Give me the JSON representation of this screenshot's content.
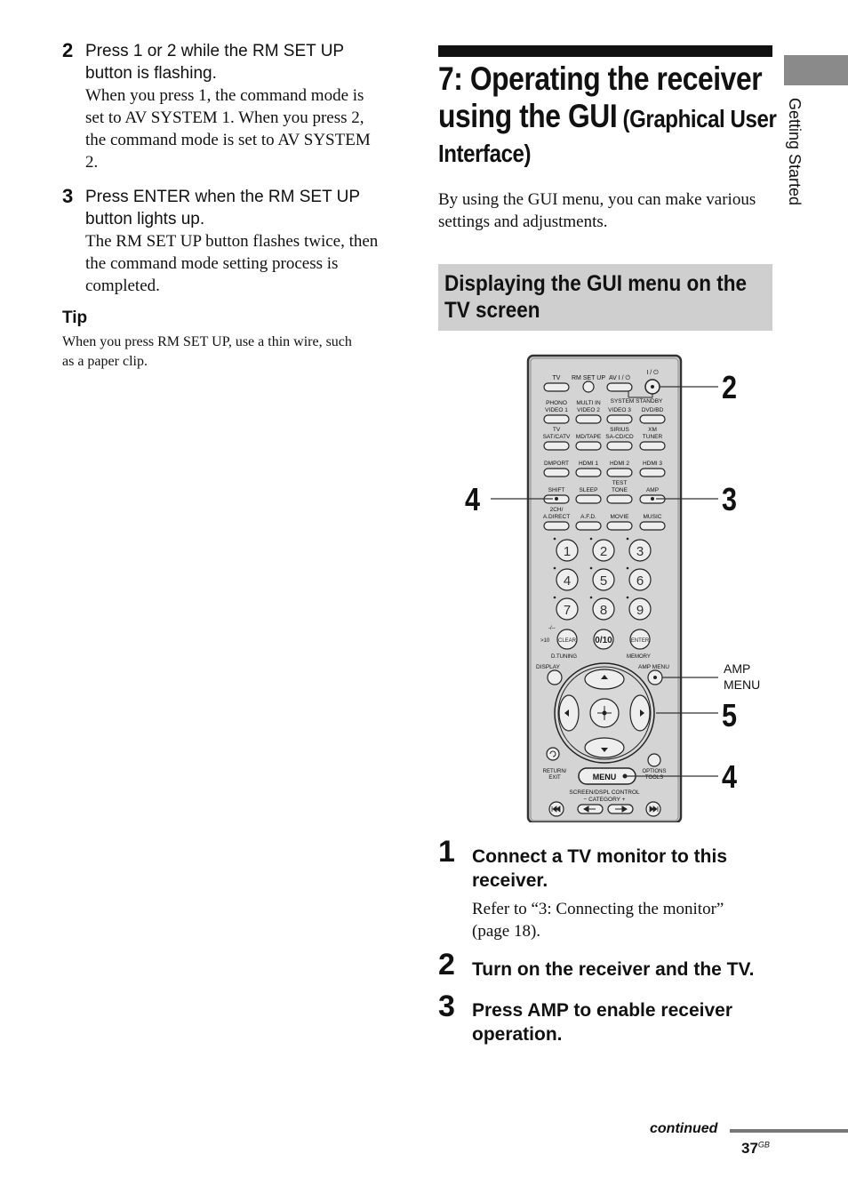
{
  "left": {
    "step2": {
      "num": "2",
      "head_line1": "Press 1 or 2 while the RM SET UP",
      "head_line2": "button is flashing.",
      "body_lines": [
        "When you press 1, the command mode is",
        "set to AV SYSTEM 1. When you press 2,",
        "the command mode is set to AV SYSTEM",
        "2."
      ]
    },
    "step3": {
      "num": "3",
      "head_line1": "Press ENTER when the RM SET UP",
      "head_line2": "button lights up.",
      "body_lines": [
        "The RM SET UP button flashes twice, then",
        "the command mode setting process is",
        "completed."
      ]
    },
    "tip": {
      "title": "Tip",
      "line1": "When you press RM SET UP, use a thin wire, such",
      "line2": "as a paper clip."
    }
  },
  "right": {
    "title_line1": "7: Operating the receiver",
    "title_line2_main": "using the GUI",
    "title_line2_sub": " (Graphical User",
    "title_line3": "Interface)",
    "intro_line1": "By using the GUI menu, you can make various",
    "intro_line2": "settings and adjustments.",
    "section_line1": "Displaying the GUI menu on the",
    "section_line2": "TV screen",
    "steps": [
      {
        "num": "1",
        "head_line1": "Connect a TV monitor to this",
        "head_line2": "receiver.",
        "body_line1": "Refer to “3: Connecting the monitor”",
        "body_line2": "(page 18)."
      },
      {
        "num": "2",
        "head_line1": "Turn on the receiver and the TV."
      },
      {
        "num": "3",
        "head_line1": "Press AMP to enable receiver",
        "head_line2": "operation."
      }
    ]
  },
  "remote": {
    "callouts": [
      "2",
      "3",
      "4",
      "5",
      "4"
    ],
    "amp_menu_line1": "AMP",
    "amp_menu_line2": "MENU",
    "row1": [
      "TV",
      "RM SET UP",
      "AV I / ⏻",
      "I / ⏻"
    ],
    "row2_top": [
      "PHONO",
      "MULTI IN",
      "SYSTEM STANDBY",
      ""
    ],
    "row2": [
      "VIDEO 1",
      "VIDEO 2",
      "VIDEO 3",
      "DVD/BD"
    ],
    "row3_top": [
      "TV",
      "",
      "SIRIUS",
      "XM"
    ],
    "row3": [
      "SAT/CATV",
      "MD/TAPE",
      "SA-CD/CD",
      "TUNER"
    ],
    "row4": [
      "DMPORT",
      "HDMI 1",
      "HDMI 2",
      "HDMI 3"
    ],
    "row5_top": [
      "",
      "",
      "TEST",
      ""
    ],
    "row5": [
      "SHIFT",
      "SLEEP",
      "TONE",
      "AMP"
    ],
    "row6_top": "2CH/",
    "row6": [
      "A.DIRECT",
      "A.F.D.",
      "MOVIE",
      "MUSIC"
    ],
    "digits": [
      "1",
      "2",
      "3",
      "4",
      "5",
      "6",
      "7",
      "8",
      "9"
    ],
    "bottom_keys": [
      "CLEAR",
      "0/10",
      "ENTER"
    ],
    "gt10": ">10",
    "dash": "-/--",
    "dtuning": "D.TUNING",
    "memory": "MEMORY",
    "display": "DISPLAY",
    "amp_menu": "AMP MENU",
    "return_line1": "RETURN/",
    "return_line2": "EXIT",
    "menu": "MENU",
    "options_line1": "OPTIONS",
    "options_line2": "TOOLS",
    "screen_ctrl": "SCREEN/DSPL CONTROL",
    "category": "− CATEGORY +"
  },
  "side_tab": "Getting Started",
  "footer": {
    "continued": "continued",
    "page": "37",
    "page_sup": "GB"
  }
}
